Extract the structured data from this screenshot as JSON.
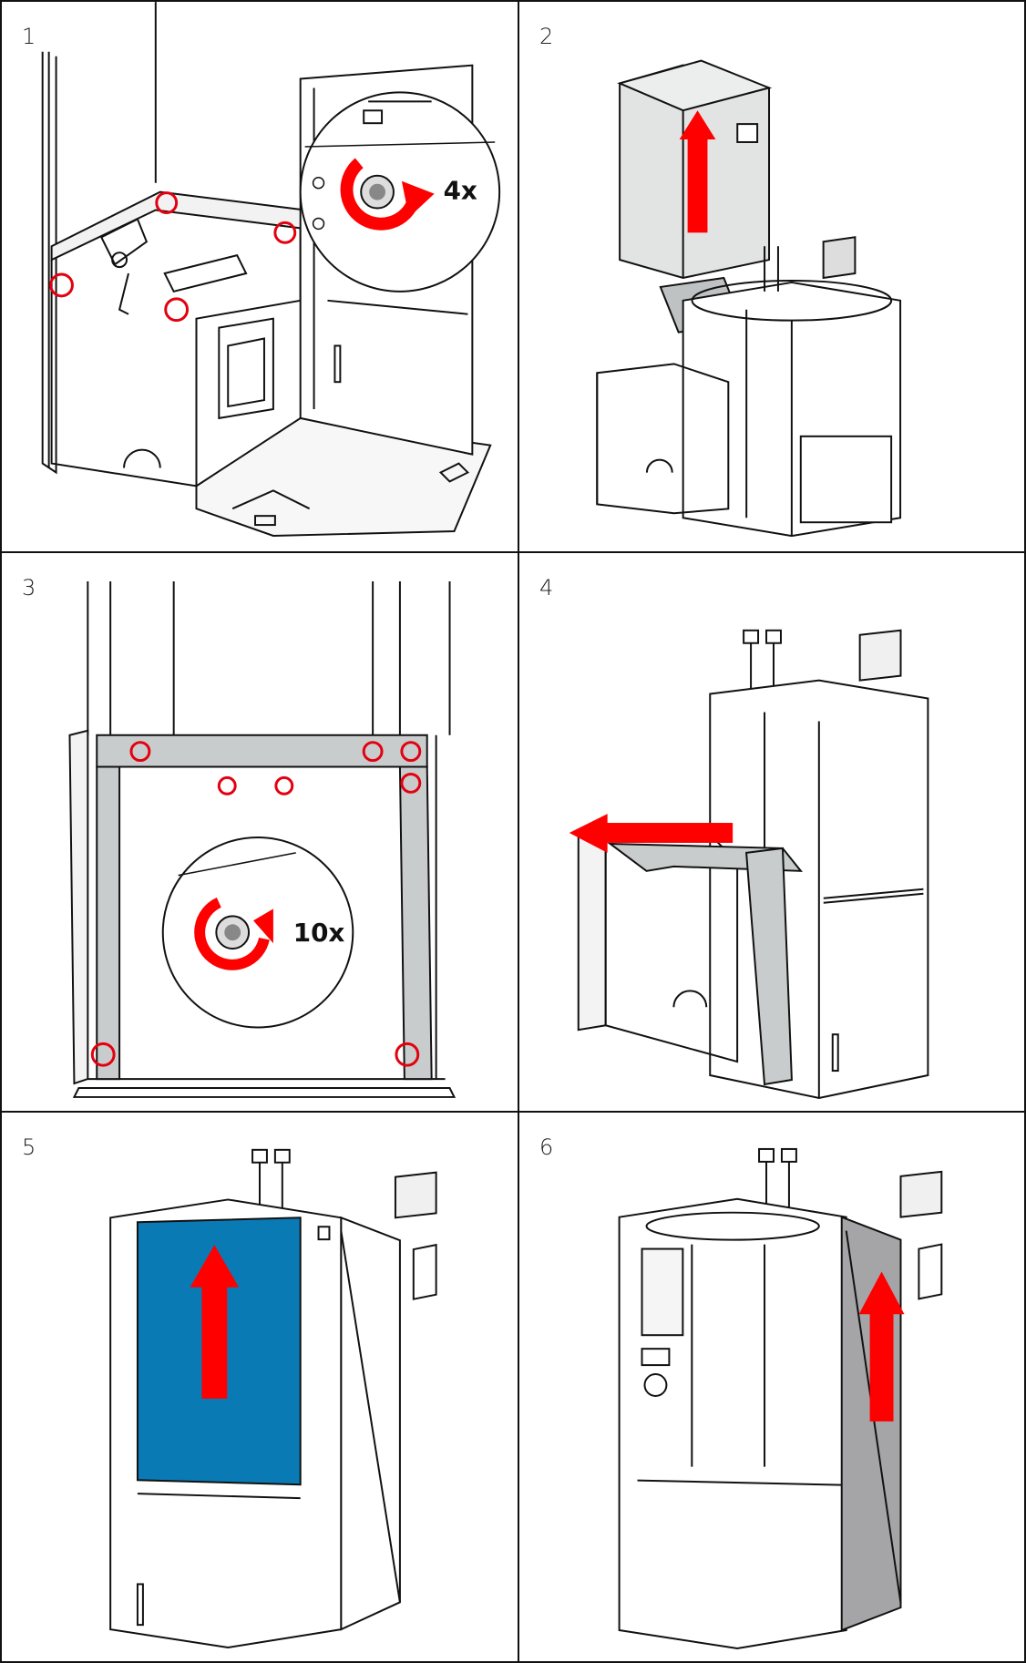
{
  "steps": [
    {
      "number": "1",
      "callout": "4x"
    },
    {
      "number": "2"
    },
    {
      "number": "3",
      "callout": "10x"
    },
    {
      "number": "4"
    },
    {
      "number": "5"
    },
    {
      "number": "6"
    }
  ],
  "colors": {
    "arrow": "#ff0000",
    "circle_marker": "#e3000f",
    "panel_blue": "#0a7ab4",
    "panel_grey": "#a5a5a7",
    "sheet_metal": "#c9cccd",
    "line": "#111111"
  },
  "icons": [
    "red-arrow-icon",
    "rotate-arrow-icon",
    "screw-marker-icon",
    "magnifier-callout-icon"
  ]
}
